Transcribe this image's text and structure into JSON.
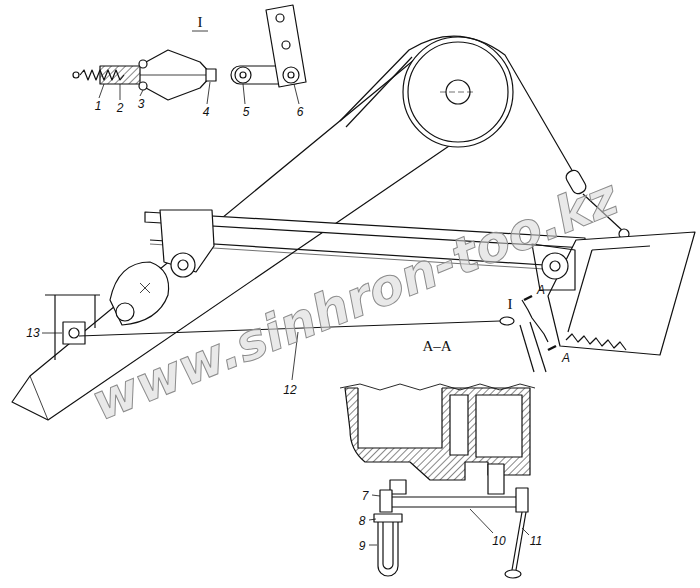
{
  "diagram": {
    "labels": [
      "I",
      "1",
      "2",
      "3",
      "4",
      "5",
      "6",
      "13",
      "12",
      "I",
      "A",
      "A–A",
      "A",
      "7",
      "8",
      "9",
      "10",
      "11",
      "www.sinhron-too.kz"
    ]
  }
}
